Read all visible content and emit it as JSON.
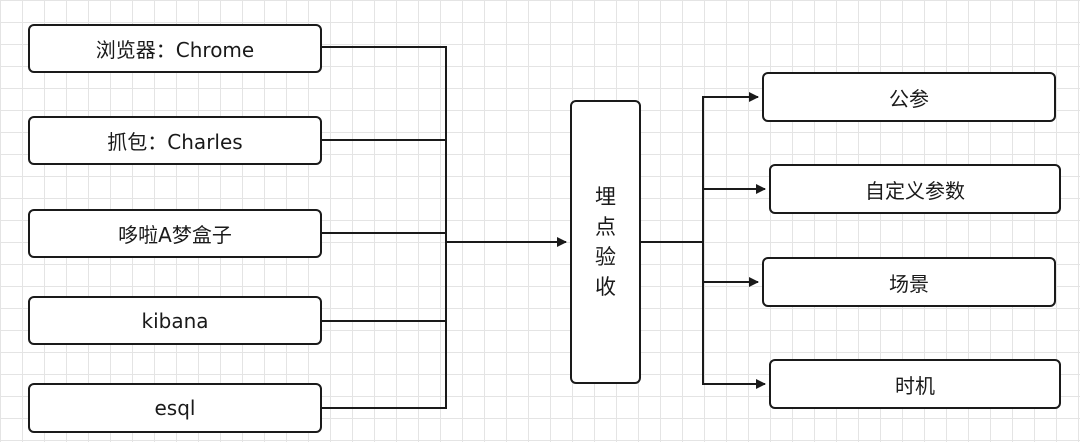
{
  "sources": [
    {
      "label": "浏览器：Chrome"
    },
    {
      "label": "抓包：Charles"
    },
    {
      "label": "哆啦A梦盒子"
    },
    {
      "label": "kibana"
    },
    {
      "label": "esql"
    }
  ],
  "center": {
    "chars": [
      "埋",
      "点",
      "验",
      "收"
    ]
  },
  "targets": [
    {
      "label": "公参"
    },
    {
      "label": "自定义参数"
    },
    {
      "label": "场景"
    },
    {
      "label": "时机"
    }
  ],
  "colors": {
    "stroke": "#1a1a1a",
    "grid": "#e4e4e4",
    "background": "#ffffff"
  }
}
